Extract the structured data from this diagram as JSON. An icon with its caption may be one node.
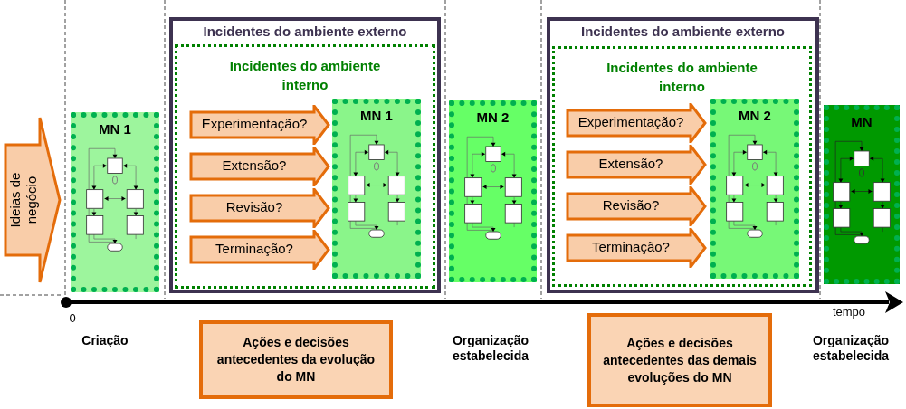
{
  "diagram": {
    "nodes": [
      {
        "text": [
          "Ideias de negócio"
        ]
      },
      {
        "text": [
          "MN 1"
        ]
      },
      {
        "text": [
          "Incidentes do ambiente externo"
        ]
      },
      {
        "text": [
          "Incidentes do ambiente interno"
        ],
        "in": 2
      },
      {
        "text": [
          "Experimentação?"
        ],
        "in": 3
      },
      {
        "text": [
          "Extensão?"
        ],
        "in": 3
      },
      {
        "text": [
          "Revisão?"
        ],
        "in": 3
      },
      {
        "text": [
          "Terminação?"
        ],
        "in": 3
      },
      {
        "text": [
          "MN 1"
        ],
        "in": 3
      },
      {
        "text": [
          "MN 2"
        ]
      },
      {
        "text": [
          "Incidentes do ambiente externo"
        ]
      },
      {
        "text": [
          "Incidentes do ambiente interno"
        ],
        "in": 10
      },
      {
        "text": [
          "Experimentação?"
        ],
        "in": 11
      },
      {
        "text": [
          "Extensão?"
        ],
        "in": 11
      },
      {
        "text": [
          "Revisão?"
        ],
        "in": 11
      },
      {
        "text": [
          "Terminação?"
        ],
        "in": 11
      },
      {
        "text": [
          "MN 2"
        ],
        "in": 11
      },
      {
        "text": [
          "MN"
        ]
      },
      {
        "text": [
          "Ações e decisões antecedentes da evolução do MN"
        ]
      },
      {
        "text": [
          "Ações e decisões antecedentes das demais evoluções do MN"
        ]
      }
    ],
    "edges": [],
    "labels": [
      "0",
      "tempo",
      "Criação",
      "Organização estabelecida",
      "Organização estabelecida"
    ]
  }
}
